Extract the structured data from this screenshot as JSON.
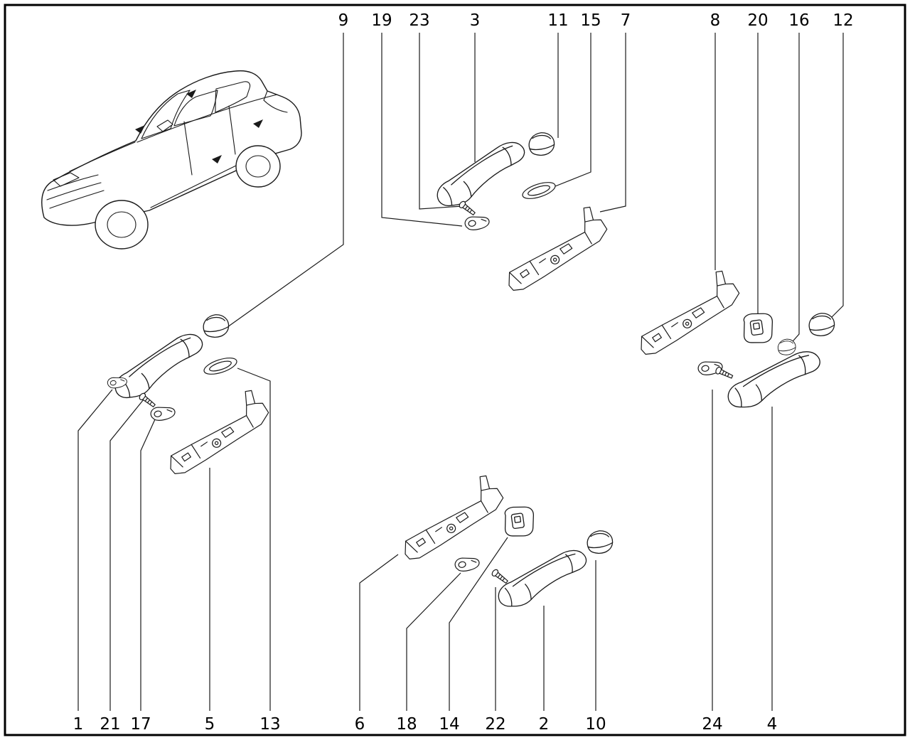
{
  "diagram": {
    "callouts_top": [
      "9",
      "19",
      "23",
      "3",
      "11",
      "15",
      "7",
      "8",
      "20",
      "16",
      "12"
    ],
    "callouts_bottom": [
      "1",
      "21",
      "17",
      "5",
      "13",
      "6",
      "18",
      "14",
      "22",
      "2",
      "10",
      "24",
      "4"
    ]
  },
  "colors": {
    "line": "#1a1a1a",
    "background": "#ffffff",
    "frame": "#000000"
  }
}
